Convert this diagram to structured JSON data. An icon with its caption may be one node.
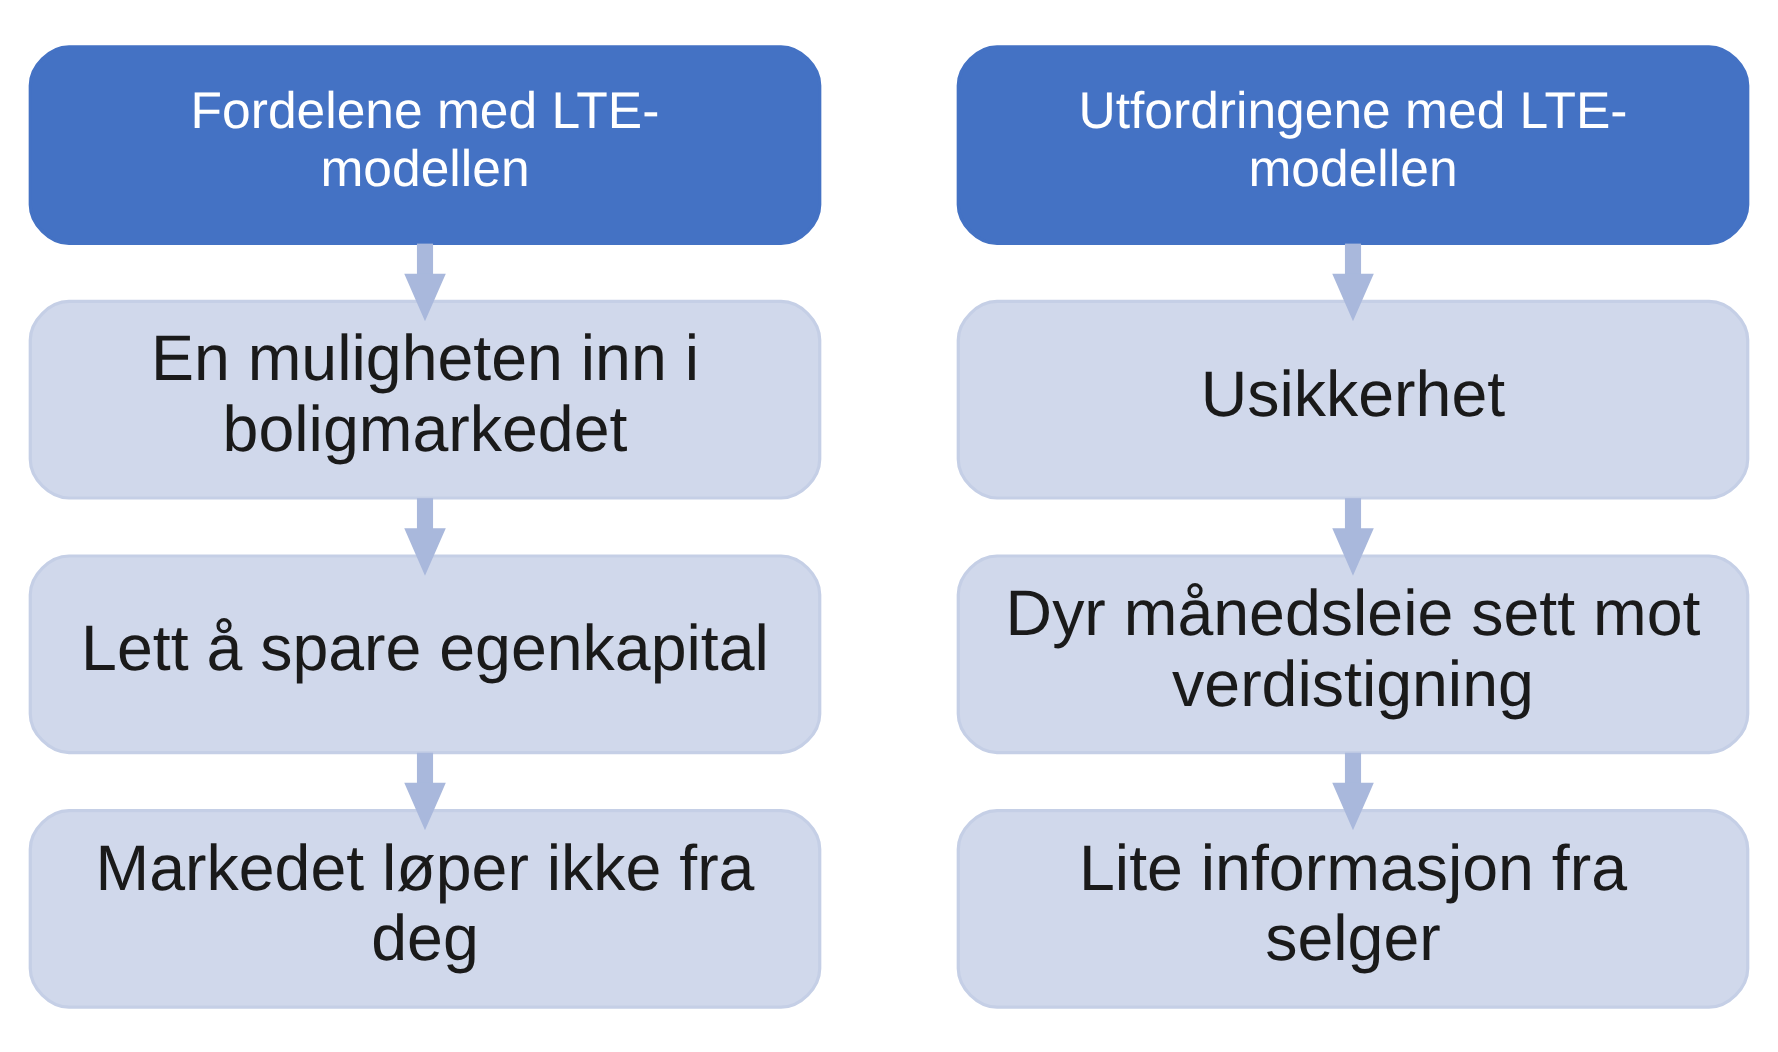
{
  "diagram": {
    "nodes": [
      {
        "text": [
          "Fordelene med LTE-modellen"
        ]
      },
      {
        "text": [
          "En muligheten inn i boligmarkedet"
        ]
      },
      {
        "text": [
          "Lett å spare egenkapital"
        ]
      },
      {
        "text": [
          "Markedet løper ikke fra deg"
        ]
      },
      {
        "text": [
          "Utfordringene med LTE-modellen"
        ]
      },
      {
        "text": [
          "Usikkerhet"
        ]
      },
      {
        "text": [
          "Dyr månedsleie sett mot verdistigning"
        ]
      },
      {
        "text": [
          "Lite informasjon fra selger"
        ]
      }
    ],
    "edges": [
      {
        "from": 0,
        "to": 1,
        "arrow": "to"
      },
      {
        "from": 1,
        "to": 2,
        "arrow": "to"
      },
      {
        "from": 2,
        "to": 3,
        "arrow": "to"
      },
      {
        "from": 4,
        "to": 5,
        "arrow": "to"
      },
      {
        "from": 5,
        "to": 6,
        "arrow": "to"
      },
      {
        "from": 6,
        "to": 7,
        "arrow": "to"
      }
    ]
  }
}
